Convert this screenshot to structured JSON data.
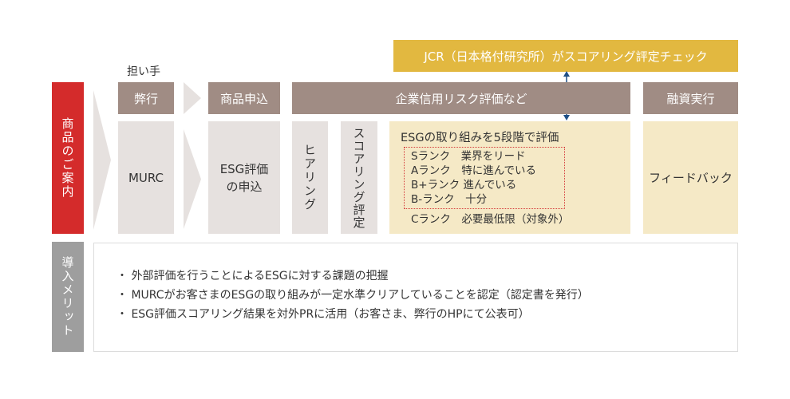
{
  "jcr_check": "JCR（日本格付研究所）がスコアリング評定チェック",
  "bearer_label": "担い手",
  "side": {
    "products": "商品のご案内",
    "merits": "導入メリット"
  },
  "headers": {
    "bank": "弊行",
    "application": "商品申込",
    "evaluation": "企業信用リスク評価など",
    "execution": "融資実行"
  },
  "cells": {
    "murc": "MURC",
    "esg_application": "ESG評価\nの申込",
    "hearing": "ヒアリング",
    "scoring": "スコアリング評定",
    "esg_title": "ESGの取り組みを5段階で評価",
    "feedback": "フィードバック"
  },
  "ranks": [
    "Sランク　業界をリード",
    "Aランク　特に進んでいる",
    "B+ランク 進んでいる",
    "B-ランク　十分"
  ],
  "rank_c": "Cランク　必要最低限（対象外）",
  "merits": [
    "・ 外部評価を行うことによるESGに対する課題の把握",
    "・ MURCがお客さまのESGの取り組みが一定水準クリアしていることを認定（認定書を発行）",
    "・ ESG評価スコアリング結果を対外PRに活用（お客さま、弊行のHPにて公表可）"
  ],
  "colors": {
    "header": "#a08c84",
    "grey_cell": "#e6e1df",
    "beige_cell": "#f5e9c6",
    "jcr_bar": "#e2b840",
    "side_red": "#d42b2b",
    "side_grey": "#9e9e9e",
    "connector": "#1f4f86"
  }
}
